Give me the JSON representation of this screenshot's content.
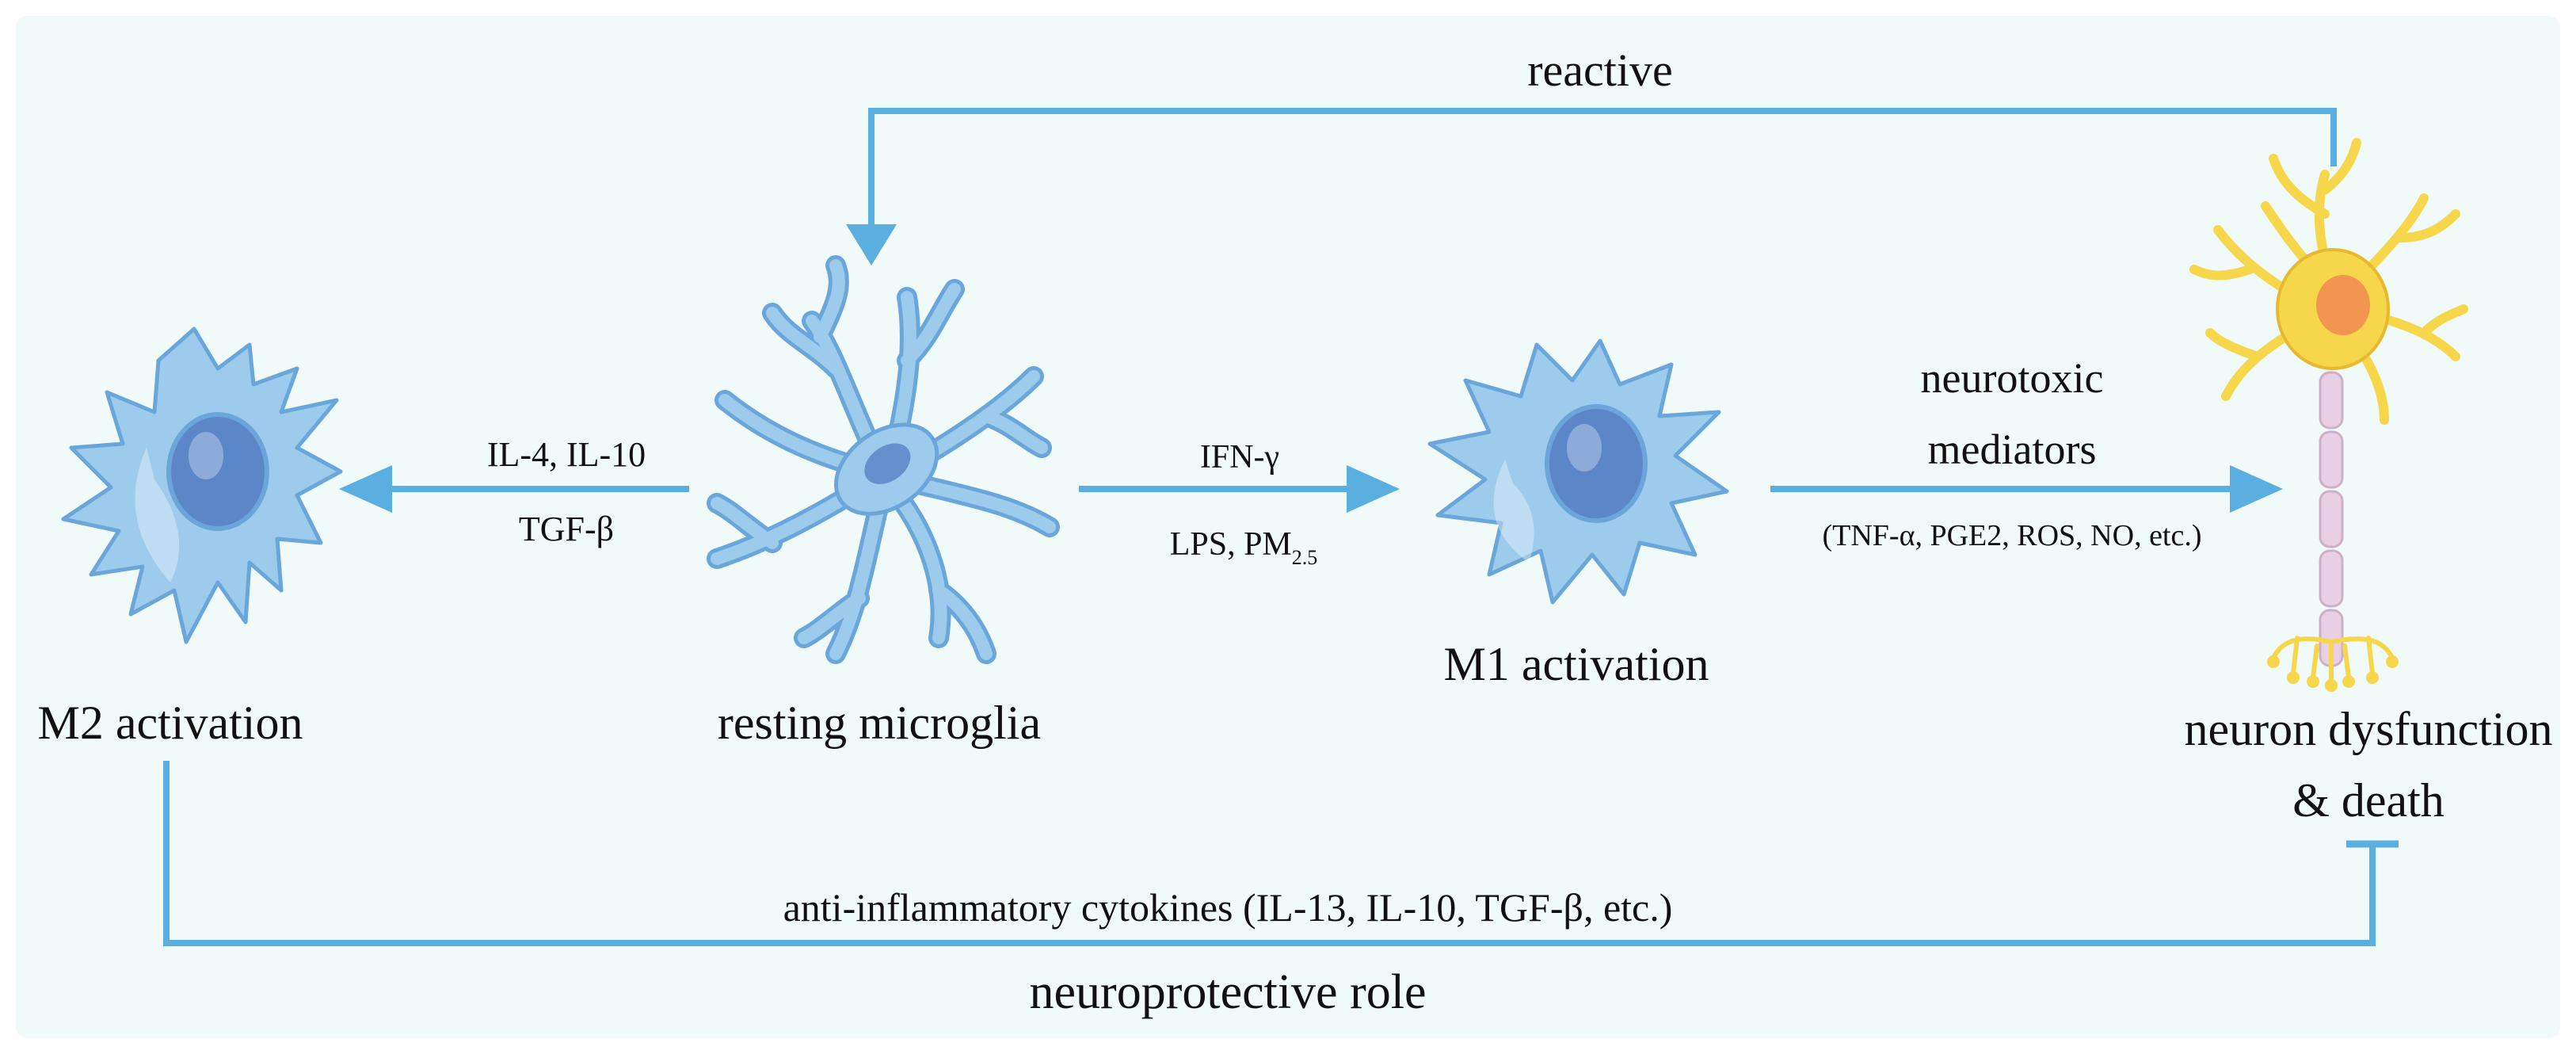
{
  "colors": {
    "background": "#f0faf9",
    "arrow": "#5aaee0",
    "microglia_fill": "#9ccbec",
    "microglia_dark": "#6aa6da",
    "nucleus": "#5b87c9",
    "neuron_body": "#f6d64a",
    "neuron_nucleus": "#f08a52",
    "axon": "#e8cfe4"
  },
  "nodes": {
    "m2": {
      "label": "M2 activation",
      "icon": "m2-microglia-icon"
    },
    "resting": {
      "label": "resting microglia",
      "icon": "resting-microglia-icon"
    },
    "m1": {
      "label": "M1 activation",
      "icon": "m1-microglia-icon"
    },
    "neuron": {
      "label_line1": "neuron dysfunction",
      "label_line2": "& death",
      "icon": "neuron-icon"
    }
  },
  "edges": {
    "resting_to_m2": {
      "top": "IL-4, IL-10",
      "bottom": "TGF-β"
    },
    "resting_to_m1": {
      "top": "IFN-γ",
      "bottom_main": "LPS, PM",
      "bottom_sub": "2.5"
    },
    "m1_to_neuron": {
      "line1": "neurotoxic",
      "line2": "mediators",
      "detail": "(TNF-α, PGE2, ROS, NO, etc.)"
    },
    "neuron_to_resting": {
      "label": "reactive"
    },
    "m2_inhibits_neuron": {
      "label": "anti-inflammatory cytokines (IL-13, IL-10, TGF-β, etc.)",
      "caption": "neuroprotective role"
    }
  }
}
